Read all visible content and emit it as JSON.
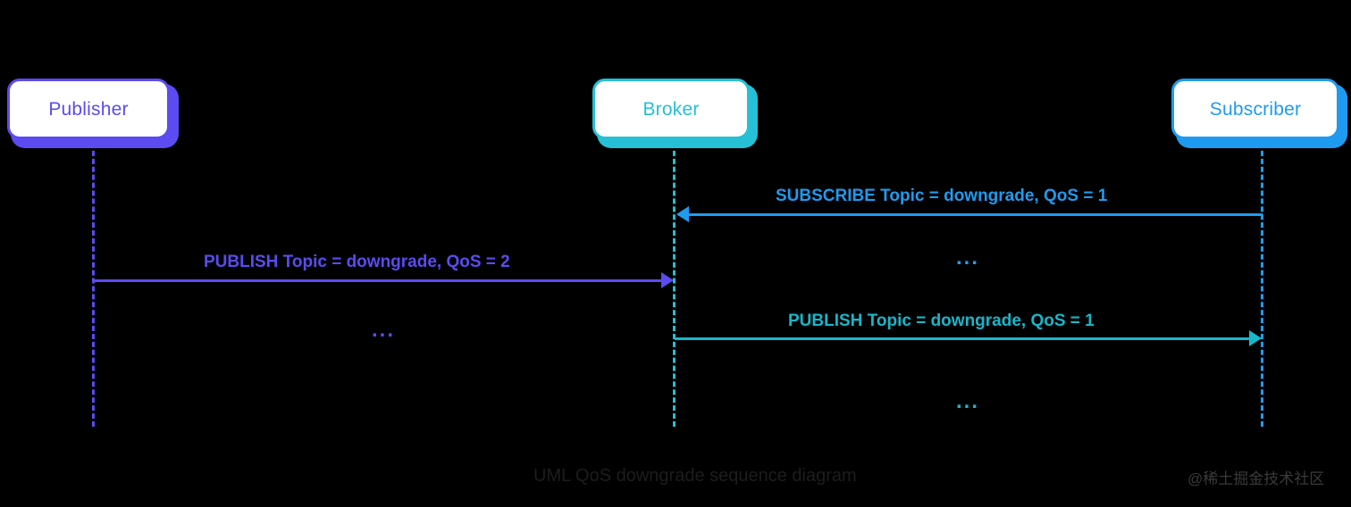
{
  "diagram": {
    "title": "UML QoS downgrade sequence diagram",
    "watermark": "@稀土掘金技术社区",
    "background_color": "#000000",
    "participants": [
      {
        "id": "publisher",
        "label": "Publisher",
        "color": "#5B4BF0",
        "lifeline_color": "#5B4BF0"
      },
      {
        "id": "broker",
        "label": "Broker",
        "color": "#25C0D5",
        "lifeline_color": "#25C0D5"
      },
      {
        "id": "subscriber",
        "label": "Subscriber",
        "color": "#1E9BF0",
        "lifeline_color": "#1E9BF0"
      }
    ],
    "messages": [
      {
        "id": "subscribe",
        "label": "SUBSCRIBE Topic = downgrade, QoS = 1",
        "from": "subscriber",
        "to": "broker",
        "direction": "left",
        "color": "#1E9BF0"
      },
      {
        "id": "publish-qos2",
        "label": "PUBLISH Topic = downgrade, QoS = 2",
        "from": "publisher",
        "to": "broker",
        "direction": "right",
        "color": "#5B4BF0"
      },
      {
        "id": "publish-qos1",
        "label": "PUBLISH Topic = downgrade, QoS = 1",
        "from": "broker",
        "to": "subscriber",
        "direction": "right",
        "color": "#18B6C9"
      }
    ],
    "ellipses": [
      {
        "id": "ellipsis-subscribe",
        "text": "...",
        "color": "#1E9BF0"
      },
      {
        "id": "ellipsis-publish-publisher",
        "text": "...",
        "color": "#5B4BF0"
      },
      {
        "id": "ellipsis-publish-subscriber",
        "text": "...",
        "color": "#18B6C9"
      }
    ]
  }
}
